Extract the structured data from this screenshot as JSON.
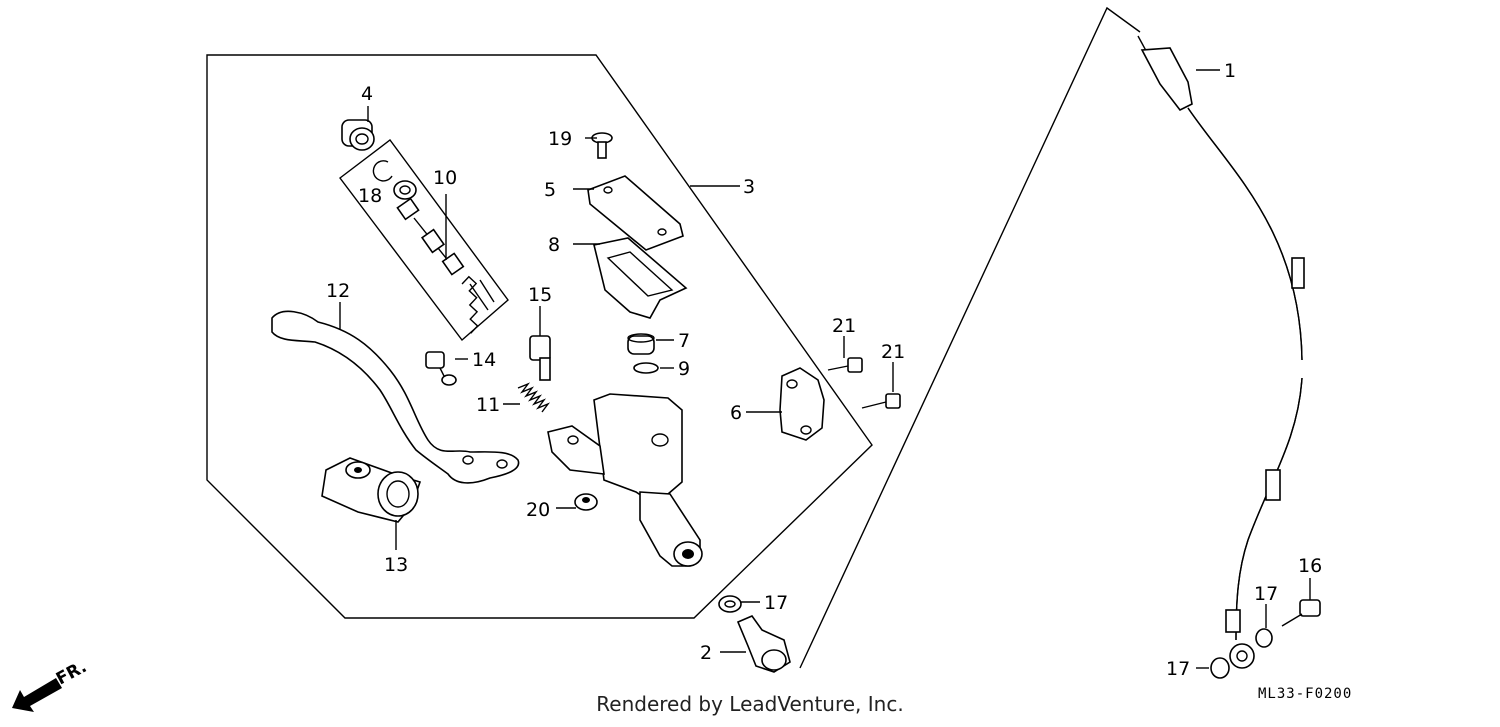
{
  "labels": {
    "n1": "1",
    "n2": "2",
    "n3": "3",
    "n4": "4",
    "n5": "5",
    "n6": "6",
    "n7": "7",
    "n8": "8",
    "n9": "9",
    "n10": "10",
    "n11": "11",
    "n12": "12",
    "n13": "13",
    "n14": "14",
    "n15": "15",
    "n16": "16",
    "n17a": "17",
    "n17b": "17",
    "n17c": "17",
    "n18": "18",
    "n19": "19",
    "n20": "20",
    "n21a": "21",
    "n21b": "21"
  },
  "direction_label": "FR.",
  "diagram_code": "ML33-F0200",
  "footer": "Rendered by LeadVenture, Inc."
}
